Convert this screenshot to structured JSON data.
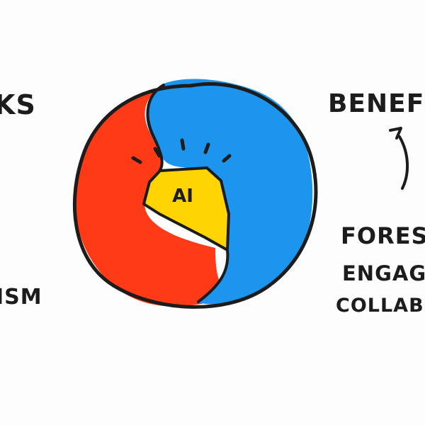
{
  "left_labels": {
    "top": "KS",
    "bottom": "ISM"
  },
  "right_labels": {
    "heading": "BENEFI",
    "items": [
      "FORES",
      "ENGAG",
      "COLLAB"
    ]
  },
  "center": {
    "core_label": "AI"
  },
  "colors": {
    "left_half": "#ff3a17",
    "right_half": "#1b95ee",
    "core": "#ffd400",
    "ink": "#1c1c1c"
  },
  "icons": {
    "left": "partial-text",
    "right": "up-arrow-icon"
  }
}
